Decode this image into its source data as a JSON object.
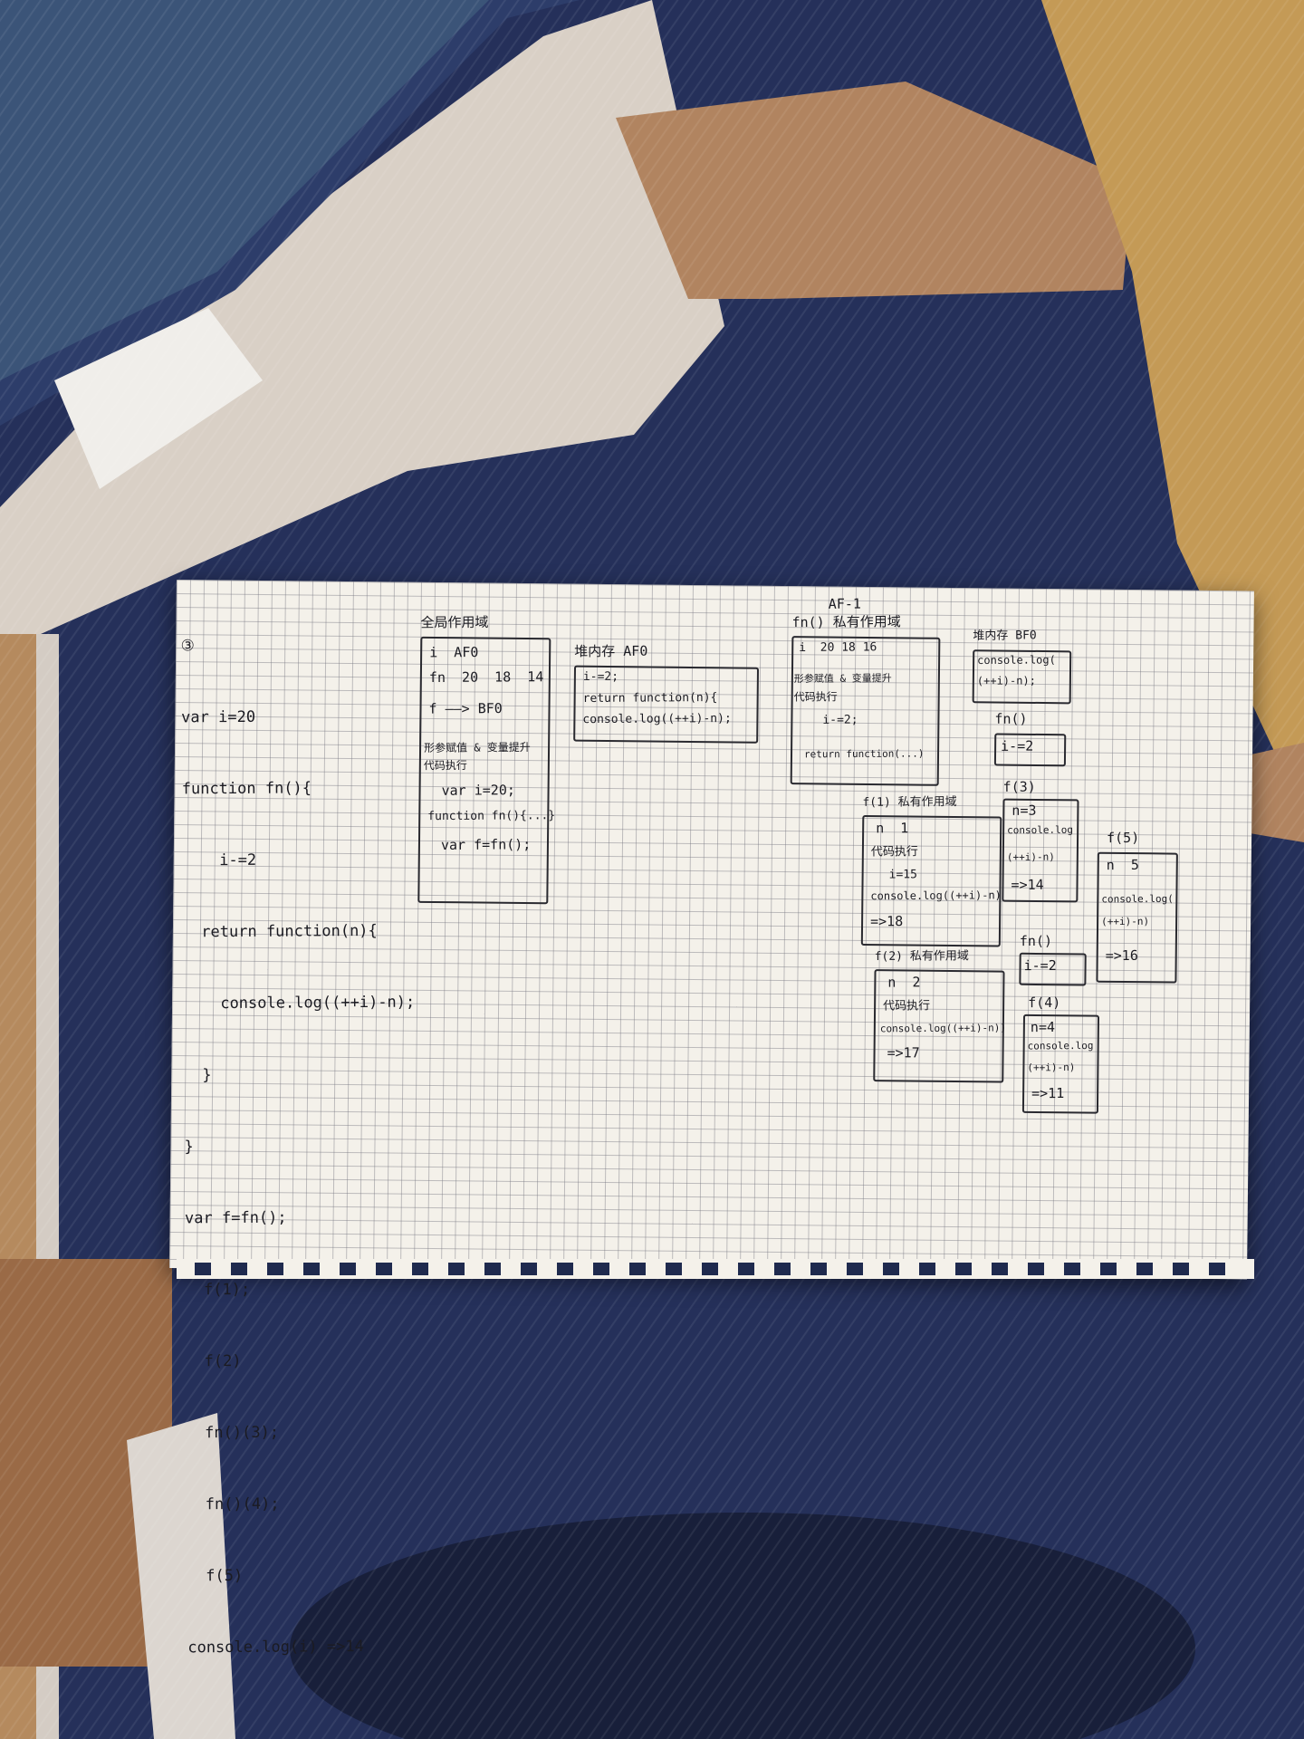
{
  "photo": {
    "subject": "handwritten grid notebook page on a striped blanket"
  },
  "notes": {
    "code": {
      "number": "③",
      "lines": [
        "var i=20",
        "function fn(){",
        "    i-=2",
        "  return function(n){",
        "    console.log((++i)-n);",
        "  }",
        "}",
        "var f=fn();",
        "  f(1);",
        "  f(2)",
        "  fn()(3);",
        "  fn()(4);",
        "  f(5)",
        "console.log(i) =>14"
      ]
    },
    "global_scope": {
      "title": "全局作用域",
      "vars": [
        "i  AF0",
        "fn  20  18  14"
      ],
      "f_row": "f ——> BF0",
      "steps": [
        "形参赋值 & 变量提升",
        "代码执行",
        "var i=20;",
        "function fn(){...}",
        "var f=fn();"
      ]
    },
    "heap_af0": {
      "title": "堆内存 AF0",
      "lines": [
        "i-=2;",
        "return function(n){",
        "console.log((++i)-n);"
      ]
    },
    "fn_private": {
      "title": "fn() 私有作用域",
      "label": "AF-1",
      "lines": [
        "i  20 18 16",
        "形参赋值 & 变量提升",
        "代码执行",
        "i-=2;",
        "return function(...)"
      ]
    },
    "heap_bf0": {
      "title": "堆内存 BF0",
      "lines": [
        "console.log(",
        "(++i)-n);"
      ]
    },
    "fn_call1": {
      "title": "fn()",
      "lines": [
        "i-=2"
      ]
    },
    "f1": {
      "title": "f(1) 私有作用域",
      "lines": [
        "n  1",
        "代码执行",
        "i=15",
        "console.log((++i)-n)",
        "=>18"
      ]
    },
    "f2": {
      "title": "f(2) 私有作用域",
      "lines": [
        "n  2",
        "代码执行",
        "console.log((++i)-n))",
        "=>17"
      ]
    },
    "f3": {
      "title": "f(3)",
      "lines": [
        "n=3",
        "console.log",
        "(++i)-n)",
        "=>14"
      ]
    },
    "fn_call2": {
      "title": "fn()",
      "lines": [
        "i-=2"
      ]
    },
    "f4": {
      "title": "f(4)",
      "lines": [
        "n=4",
        "console.log",
        "(++i)-n)",
        "=>11"
      ]
    },
    "f5": {
      "title": "f(5)",
      "lines": [
        "n  5",
        "console.log(",
        "(++i)-n)",
        "=>16"
      ]
    }
  }
}
